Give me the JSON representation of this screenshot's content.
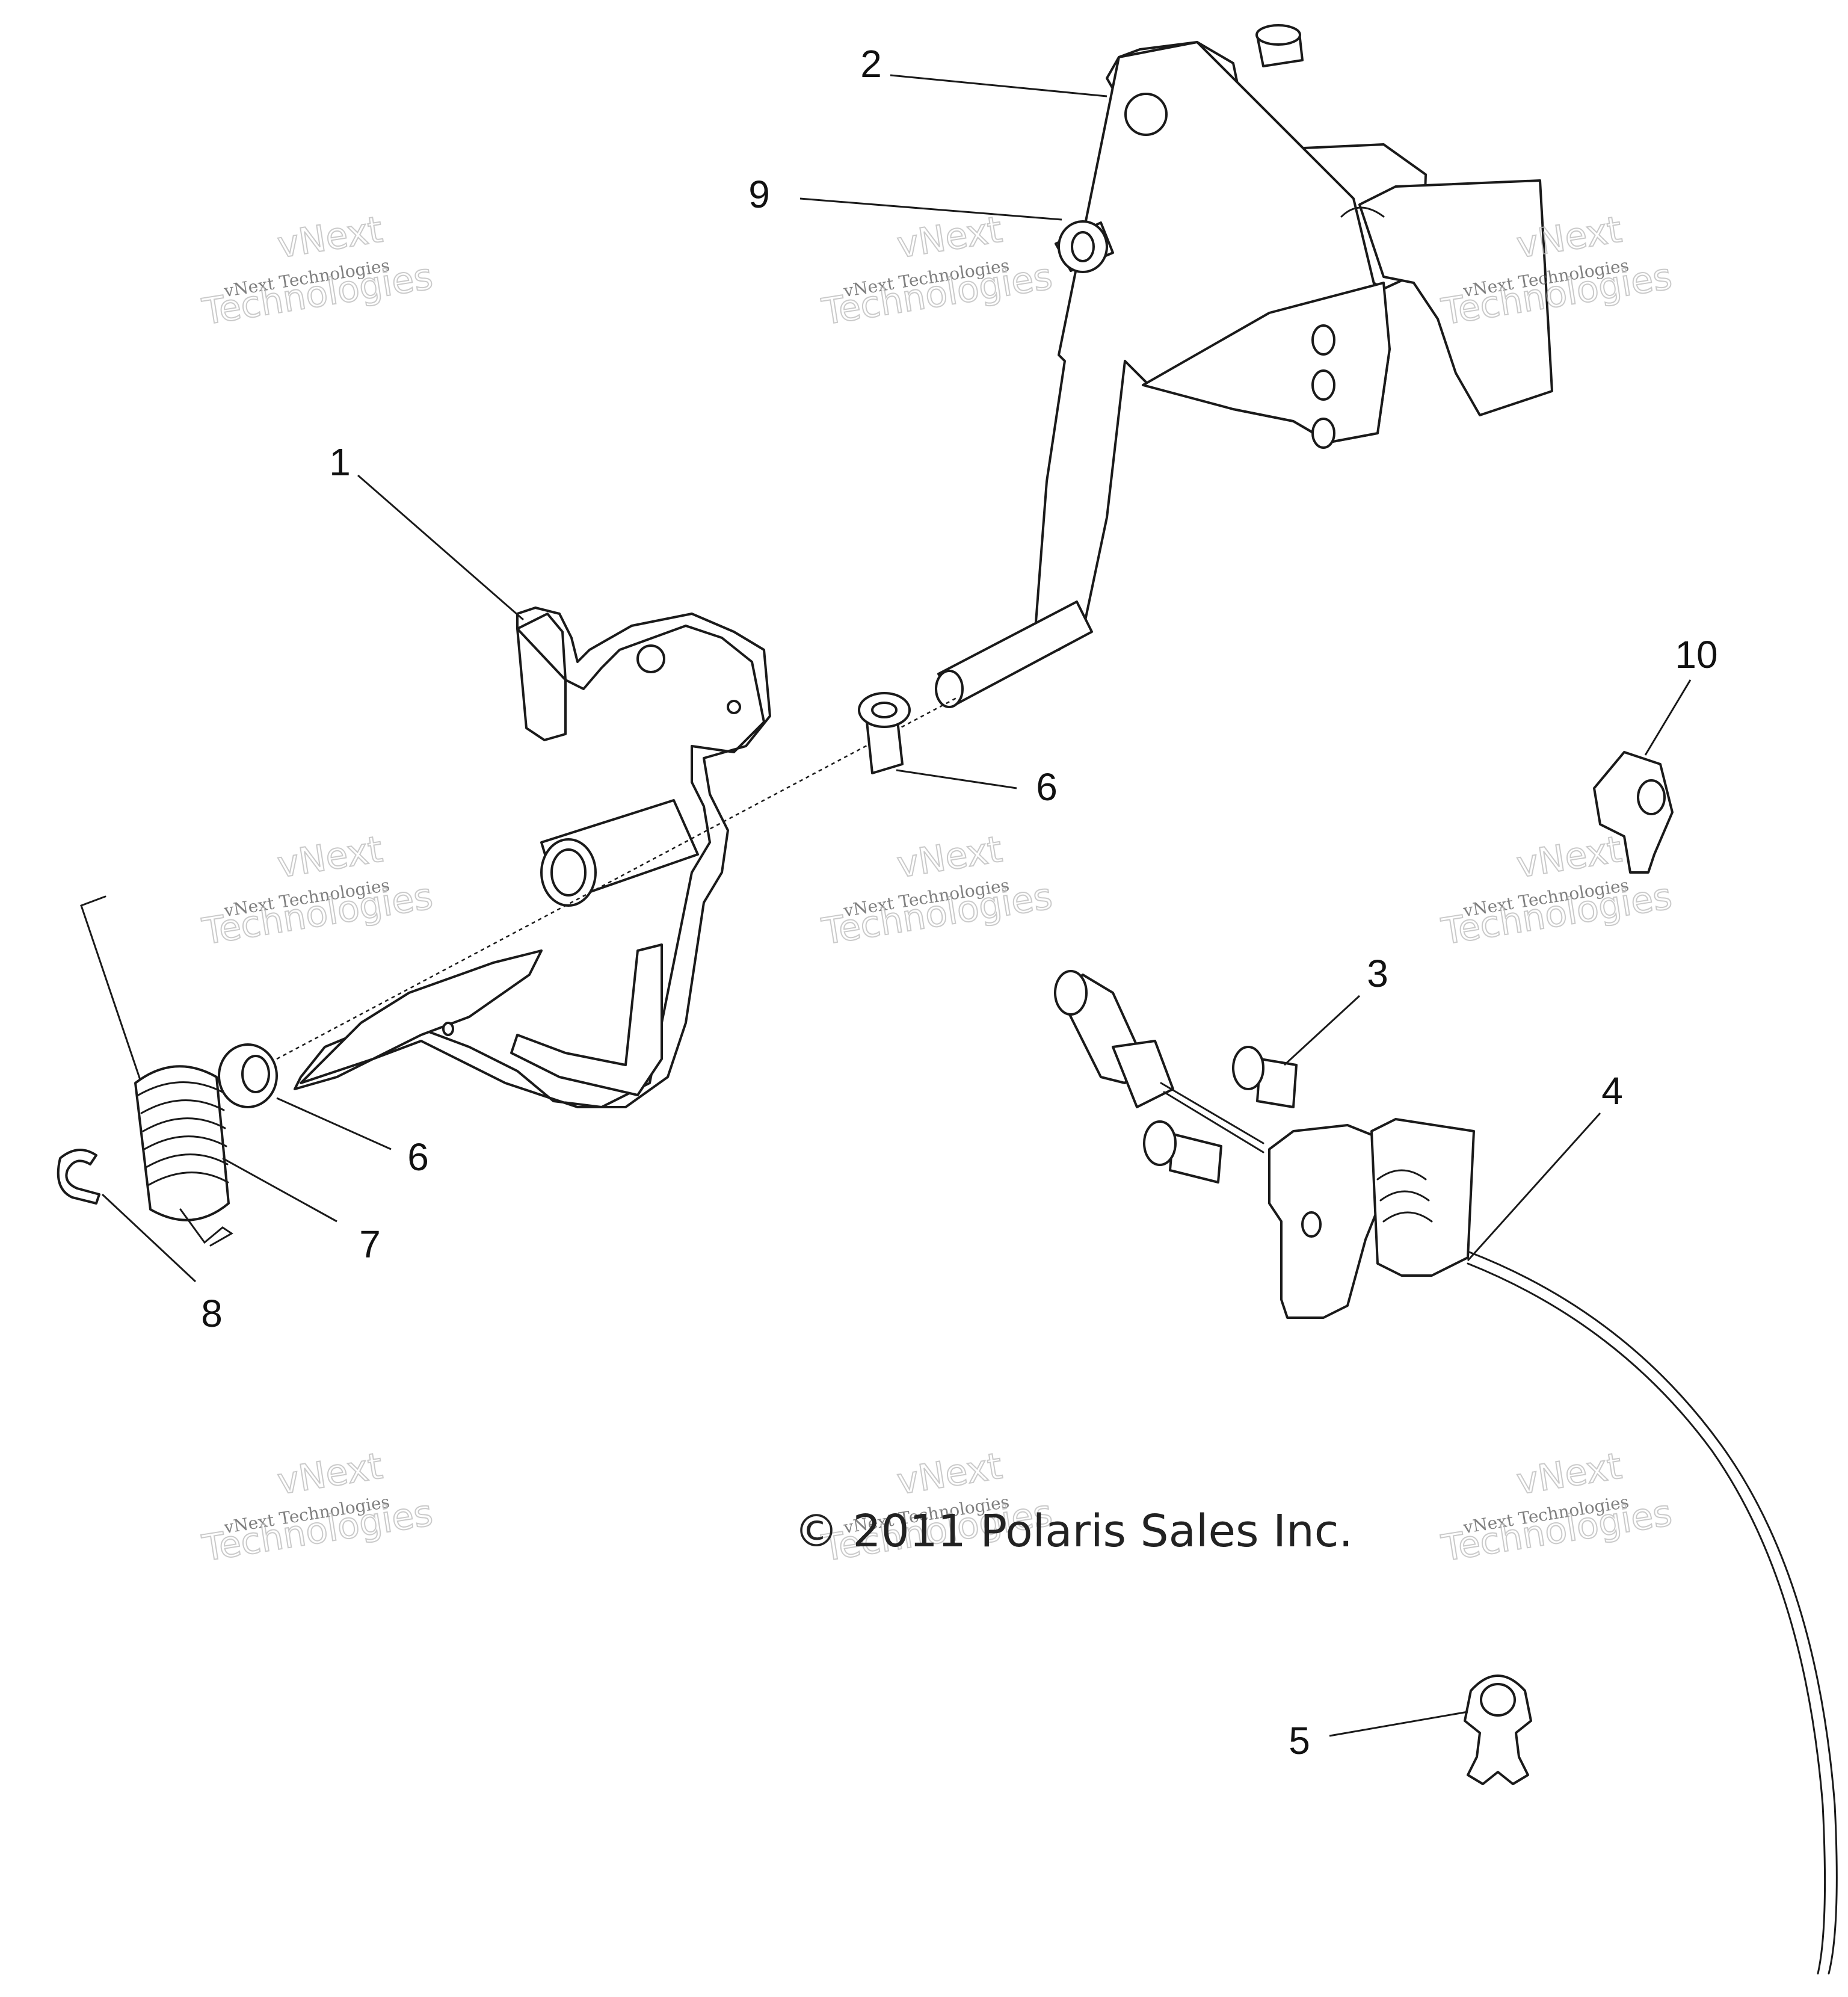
{
  "callouts": [
    {
      "id": "1",
      "label": "1",
      "part": "pedal-lever"
    },
    {
      "id": "2",
      "label": "2",
      "part": "mounting-bracket"
    },
    {
      "id": "3",
      "label": "3",
      "part": "rivet"
    },
    {
      "id": "4",
      "label": "4",
      "part": "cable-assembly"
    },
    {
      "id": "5",
      "label": "5",
      "part": "cable-clip"
    },
    {
      "id": "6a",
      "label": "6",
      "part": "bushing-upper"
    },
    {
      "id": "6b",
      "label": "6",
      "part": "bushing-lower"
    },
    {
      "id": "7",
      "label": "7",
      "part": "torsion-spring"
    },
    {
      "id": "8",
      "label": "8",
      "part": "e-clip"
    },
    {
      "id": "9",
      "label": "9",
      "part": "flange-nut"
    },
    {
      "id": "10",
      "label": "10",
      "part": "cable-stop"
    }
  ],
  "copyright": "© 2011 Polaris Sales Inc.",
  "watermark": {
    "line1": "vNext",
    "line2": "vNext Technologies",
    "line3": "Technologies"
  },
  "colors": {
    "line": "#1a1a1a",
    "background": "#ffffff",
    "watermark": "#bdbdbd"
  }
}
